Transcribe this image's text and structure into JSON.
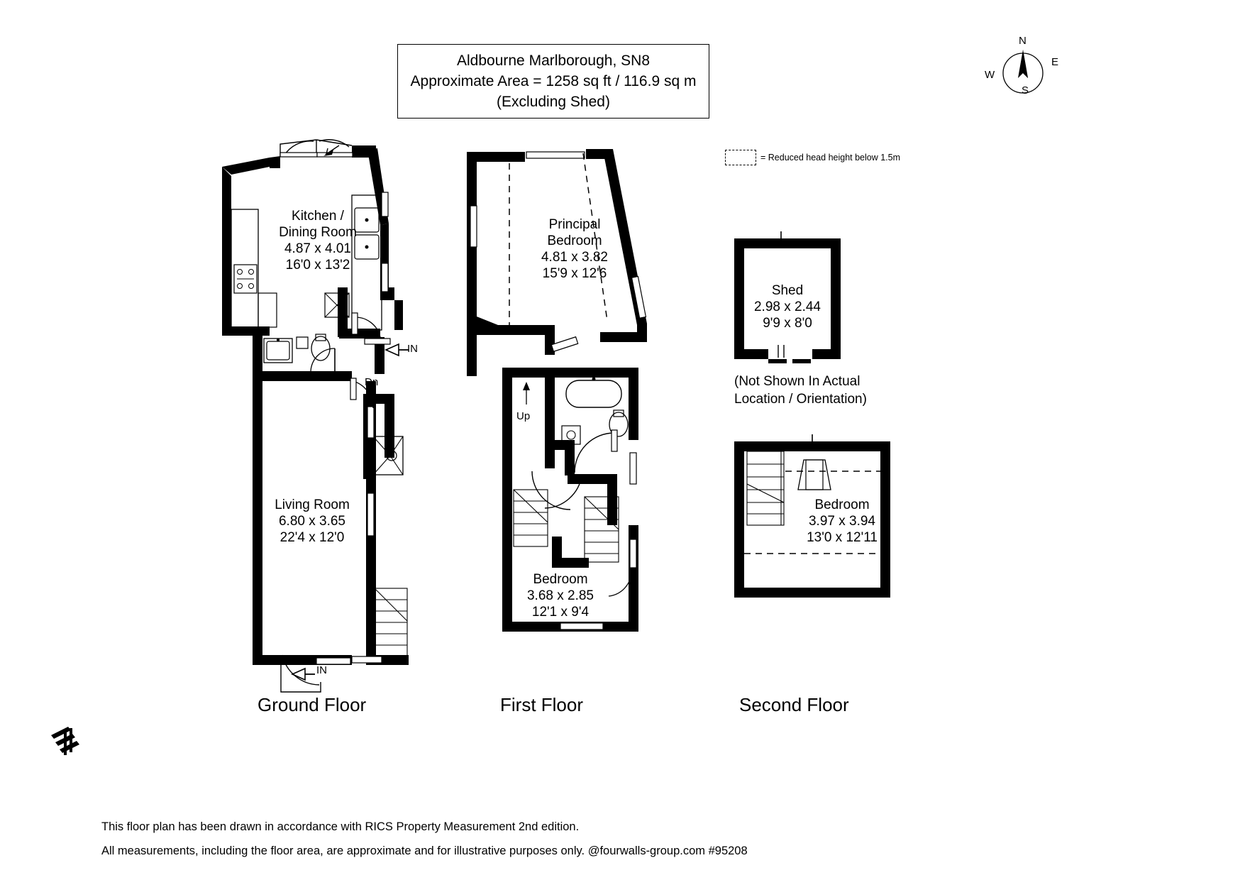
{
  "title": {
    "line1": "Aldbourne Marlborough, SN8",
    "line2": "Approximate Area = 1258 sq ft / 116.9 sq m",
    "line3": "(Excluding Shed)"
  },
  "legend": {
    "text": "= Reduced head height below 1.5m"
  },
  "compass": {
    "n": "N",
    "e": "E",
    "s": "S",
    "w": "W"
  },
  "floors": [
    {
      "id": "ground",
      "caption": "Ground Floor"
    },
    {
      "id": "first",
      "caption": "First Floor"
    },
    {
      "id": "second",
      "caption": "Second Floor"
    }
  ],
  "rooms": {
    "kitchen_dining": {
      "name_line1": "Kitchen /",
      "name_line2": "Dining Room",
      "metric": "4.87 x 4.01",
      "imperial": "16'0 x 13'2"
    },
    "living_room": {
      "name": "Living Room",
      "metric": "6.80 x 3.65",
      "imperial": "22'4 x 12'0"
    },
    "principal_bedroom": {
      "name_line1": "Principal",
      "name_line2": "Bedroom",
      "metric": "4.81 x 3.82",
      "imperial": "15'9 x 12'6"
    },
    "bedroom_first": {
      "name": "Bedroom",
      "metric": "3.68 x 2.85",
      "imperial": "12'1 x 9'4"
    },
    "shed": {
      "name": "Shed",
      "metric": "2.98 x 2.44",
      "imperial": "9'9 x 8'0",
      "note_line1": "(Not Shown In Actual",
      "note_line2": "Location / Orientation)"
    },
    "bedroom_second": {
      "name": "Bedroom",
      "metric": "3.97 x 3.94",
      "imperial": "13'0 x 12'11"
    }
  },
  "markers": {
    "entry_ground_top": "IN",
    "entry_ground_bottom": "IN",
    "stairs_down": "Dn",
    "stairs_up": "Up"
  },
  "footer": {
    "line1": "This floor plan has been drawn in accordance with RICS Property Measurement 2nd edition.",
    "line2": "All measurements, including the floor area, are approximate and for illustrative purposes only. @fourwalls-group.com #95208"
  }
}
